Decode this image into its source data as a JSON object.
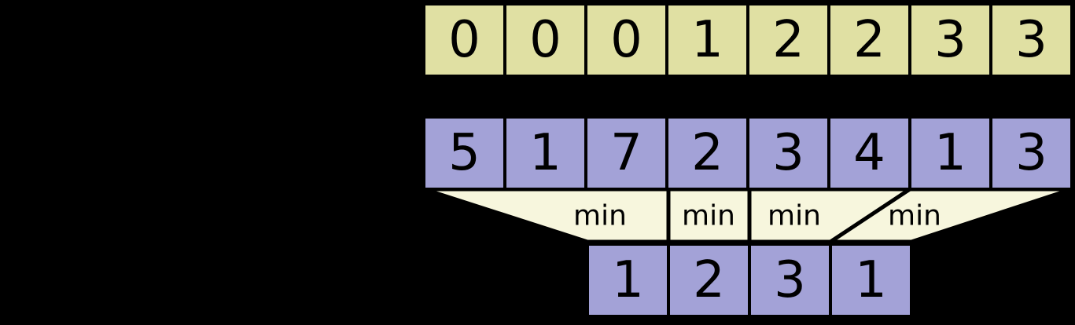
{
  "colors": {
    "background": "#000000",
    "top_array_fill": "#e0e0a3",
    "array_fill": "#a3a2d7",
    "funnel_fill": "#f7f6dd",
    "border": "#000000",
    "text": "#000000"
  },
  "arrays": {
    "top_row": {
      "values": [
        "0",
        "0",
        "0",
        "1",
        "2",
        "2",
        "3",
        "3"
      ]
    },
    "input_row": {
      "values": [
        "5",
        "1",
        "7",
        "2",
        "3",
        "4",
        "1",
        "3"
      ]
    },
    "block_min_row": {
      "values": [
        "1",
        "2",
        "3",
        "1"
      ]
    }
  },
  "funnel": {
    "labels": [
      "min",
      "min",
      "min",
      "min"
    ]
  }
}
